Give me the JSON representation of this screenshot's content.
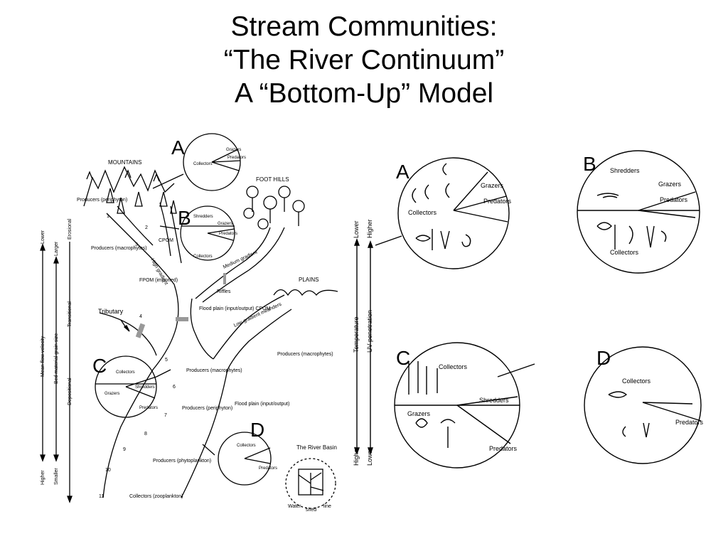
{
  "title": {
    "line1": "Stream Communities:",
    "line2": "“The River Continuum”",
    "line3": "A “Bottom-Up” Model"
  },
  "markers": {
    "a": "A",
    "b": "B",
    "c": "C",
    "d": "D"
  },
  "left_diagram": {
    "region_labels": {
      "mountains": "MOUNTAINS",
      "foot_hills": "FOOT HILLS",
      "plains": "PLAINS",
      "river_basin": "The River Basin"
    },
    "axis_labels": {
      "lower": "Lower",
      "larger": "Larger",
      "erosional": "Erosional",
      "transitional": "Transitional",
      "depositional": "Depositional",
      "mean_flow_velocity": "Mean flow velocity",
      "bed_material_grain_size": "Bed material grain size",
      "higher": "Higher",
      "smaller": "Smaller"
    },
    "annotations": {
      "producers_periphyton": "Producers (periphyton)",
      "producers_macrophytes": "Producers (macrophytes)",
      "cpom": "CPOM",
      "fpom_imported": "FPOM (imported)",
      "high_gradient": "High gradient",
      "medium_gradient": "Medium gradient",
      "riffles": "Riffles",
      "tributary": "Tributary",
      "flood_plain_cpom": "Flood plain (input/output) CPOM",
      "low_gradient_meanders": "Low gradient meanders",
      "producers_macrophytes_2": "Producers (macrophytes)",
      "producers_macrophytes_3": "Producers (macrophytes)",
      "producers_periphyton_2": "Producers (periphyton)",
      "flood_plain": "Flood plain (input/output)",
      "producers_phytoplankton": "Producers (phytoplankton)",
      "collectors_zooplankton": "Collectors (zooplankton)",
      "water": "Water",
      "shed": "shed",
      "line": "line"
    },
    "order_numbers": [
      "1",
      "2",
      "3",
      "4",
      "5",
      "6",
      "7",
      "8",
      "9",
      "10",
      "11"
    ],
    "circle_labels": {
      "collectors": "Collectors",
      "grazers": "Grazers",
      "predators": "Predators",
      "shredders": "Shredders"
    }
  },
  "right_axis": {
    "lower": "Lower",
    "higher": "Higher",
    "temperature": "Temperature",
    "uv_penetration": "UV penetration",
    "higher_2": "Higher",
    "lower_2": "Lower"
  },
  "zoom_circles": {
    "a": {
      "collectors": "Collectors",
      "grazers": "Grazers",
      "predators": "Predators"
    },
    "b": {
      "shredders": "Shredders",
      "grazers": "Grazers",
      "predators": "Predators",
      "collectors": "Collectors"
    },
    "c": {
      "collectors": "Collectors",
      "shredders": "Shredders",
      "grazers": "Grazers",
      "predators": "Predators"
    },
    "d": {
      "collectors": "Collectors",
      "predators": "Predators"
    }
  }
}
